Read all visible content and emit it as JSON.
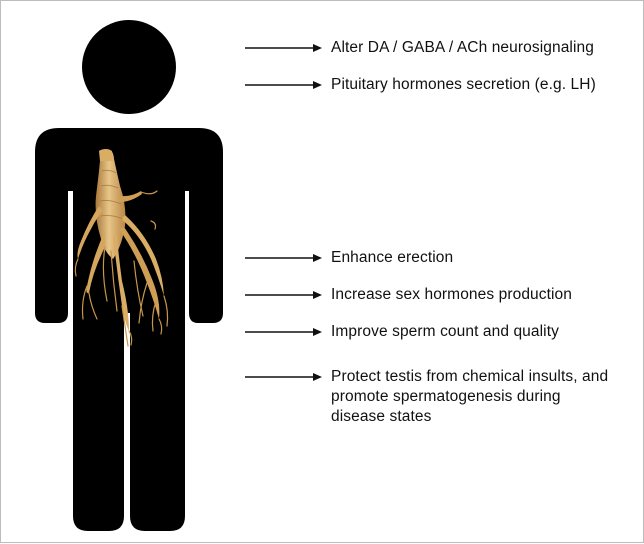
{
  "colors": {
    "figure_fill": "#000000",
    "root_light": "#e7c689",
    "root_mid": "#d2a45a",
    "root_dark": "#a9783a",
    "arrow": "#111111",
    "text": "#111111"
  },
  "icons": {
    "human": "human-figure-icon",
    "root": "ginseng-root-icon",
    "arrow": "arrow-right-icon"
  },
  "effects": [
    {
      "text": "Alter DA / GABA / ACh neurosignaling"
    },
    {
      "text": "Pituitary hormones secretion (e.g. LH)"
    },
    {
      "text": "Enhance erection"
    },
    {
      "text": "Increase sex hormones production"
    },
    {
      "text": "Improve sperm count and quality"
    },
    {
      "text": "Protect testis from chemical insults, and\npromote spermatogenesis during\ndisease states"
    }
  ]
}
